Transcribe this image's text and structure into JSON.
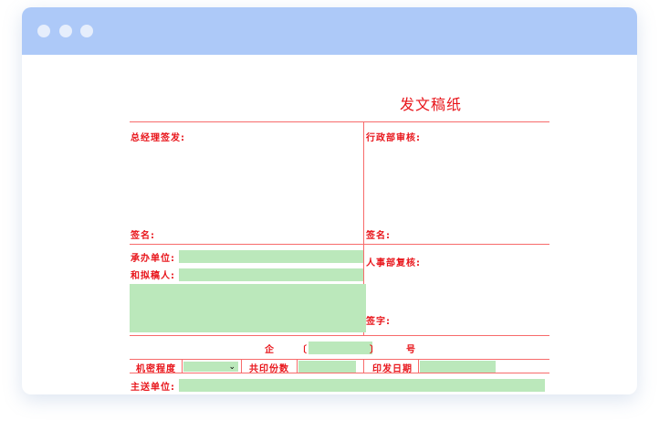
{
  "window": {
    "controls": [
      "close",
      "minimize",
      "maximize"
    ]
  },
  "form": {
    "title": "发文稿纸",
    "gm_sign_label": "总经理签发:",
    "admin_review_label": "行政部审核:",
    "sign_label_1": "签名:",
    "sign_label_2": "签名:",
    "dept_label": "承办单位:",
    "drafter_label": "和拟稿人:",
    "hr_review_label": "人事部复核:",
    "signature_label": "签字:",
    "doc_prefix": "企",
    "paren_open": "〔",
    "paren_close": "〕",
    "doc_suffix": "号",
    "secrecy_label": "机密程度",
    "secrecy_value": "",
    "copies_label": "共印份数",
    "print_date_label": "印发日期",
    "recipient_label": "主送单位:"
  }
}
